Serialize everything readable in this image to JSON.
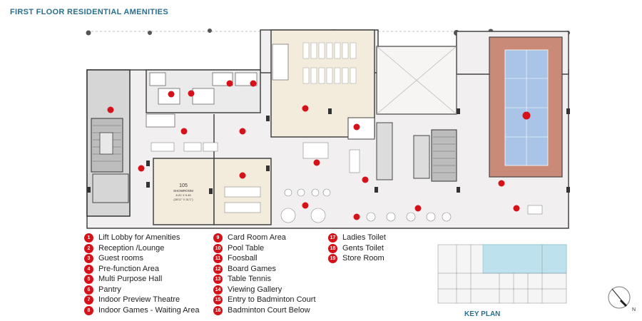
{
  "title": "FIRST FLOOR RESIDENTIAL AMENITIES",
  "showroom": {
    "number": "105",
    "name": "SHOWROOM",
    "dim1": "8.2C X 9.45",
    "dim2": "(26'11\" X 31'1\")"
  },
  "legend": [
    {
      "num": "1",
      "label": "Lift Lobby for Amenities"
    },
    {
      "num": "2",
      "label": "Reception /Lounge"
    },
    {
      "num": "3",
      "label": "Guest rooms"
    },
    {
      "num": "4",
      "label": "Pre-function Area"
    },
    {
      "num": "5",
      "label": "Multi Purpose Hall"
    },
    {
      "num": "6",
      "label": "Pantry"
    },
    {
      "num": "7",
      "label": "Indoor Preview Theatre"
    },
    {
      "num": "8",
      "label": "Indoor Games - Waiting Area"
    },
    {
      "num": "9",
      "label": "Card Room Area"
    },
    {
      "num": "10",
      "label": "Pool Table"
    },
    {
      "num": "11",
      "label": "Foosball"
    },
    {
      "num": "12",
      "label": "Board Games"
    },
    {
      "num": "13",
      "label": "Table Tennis"
    },
    {
      "num": "14",
      "label": "Viewing Gallery"
    },
    {
      "num": "15",
      "label": "Entry to Badminton Court"
    },
    {
      "num": "16",
      "label": "Badminton Court Below"
    },
    {
      "num": "17",
      "label": "Ladies Toilet"
    },
    {
      "num": "18",
      "label": "Gents Toilet"
    },
    {
      "num": "19",
      "label": "Store Room"
    }
  ],
  "key_plan_title": "KEY PLAN",
  "compass_label": "N",
  "colors": {
    "marker": "#d5121a",
    "title": "#2a6f8f",
    "court": "#c98a78",
    "court_inner": "#a9c4e6",
    "hall": "#f3ecdc",
    "floor": "#f1efef"
  }
}
